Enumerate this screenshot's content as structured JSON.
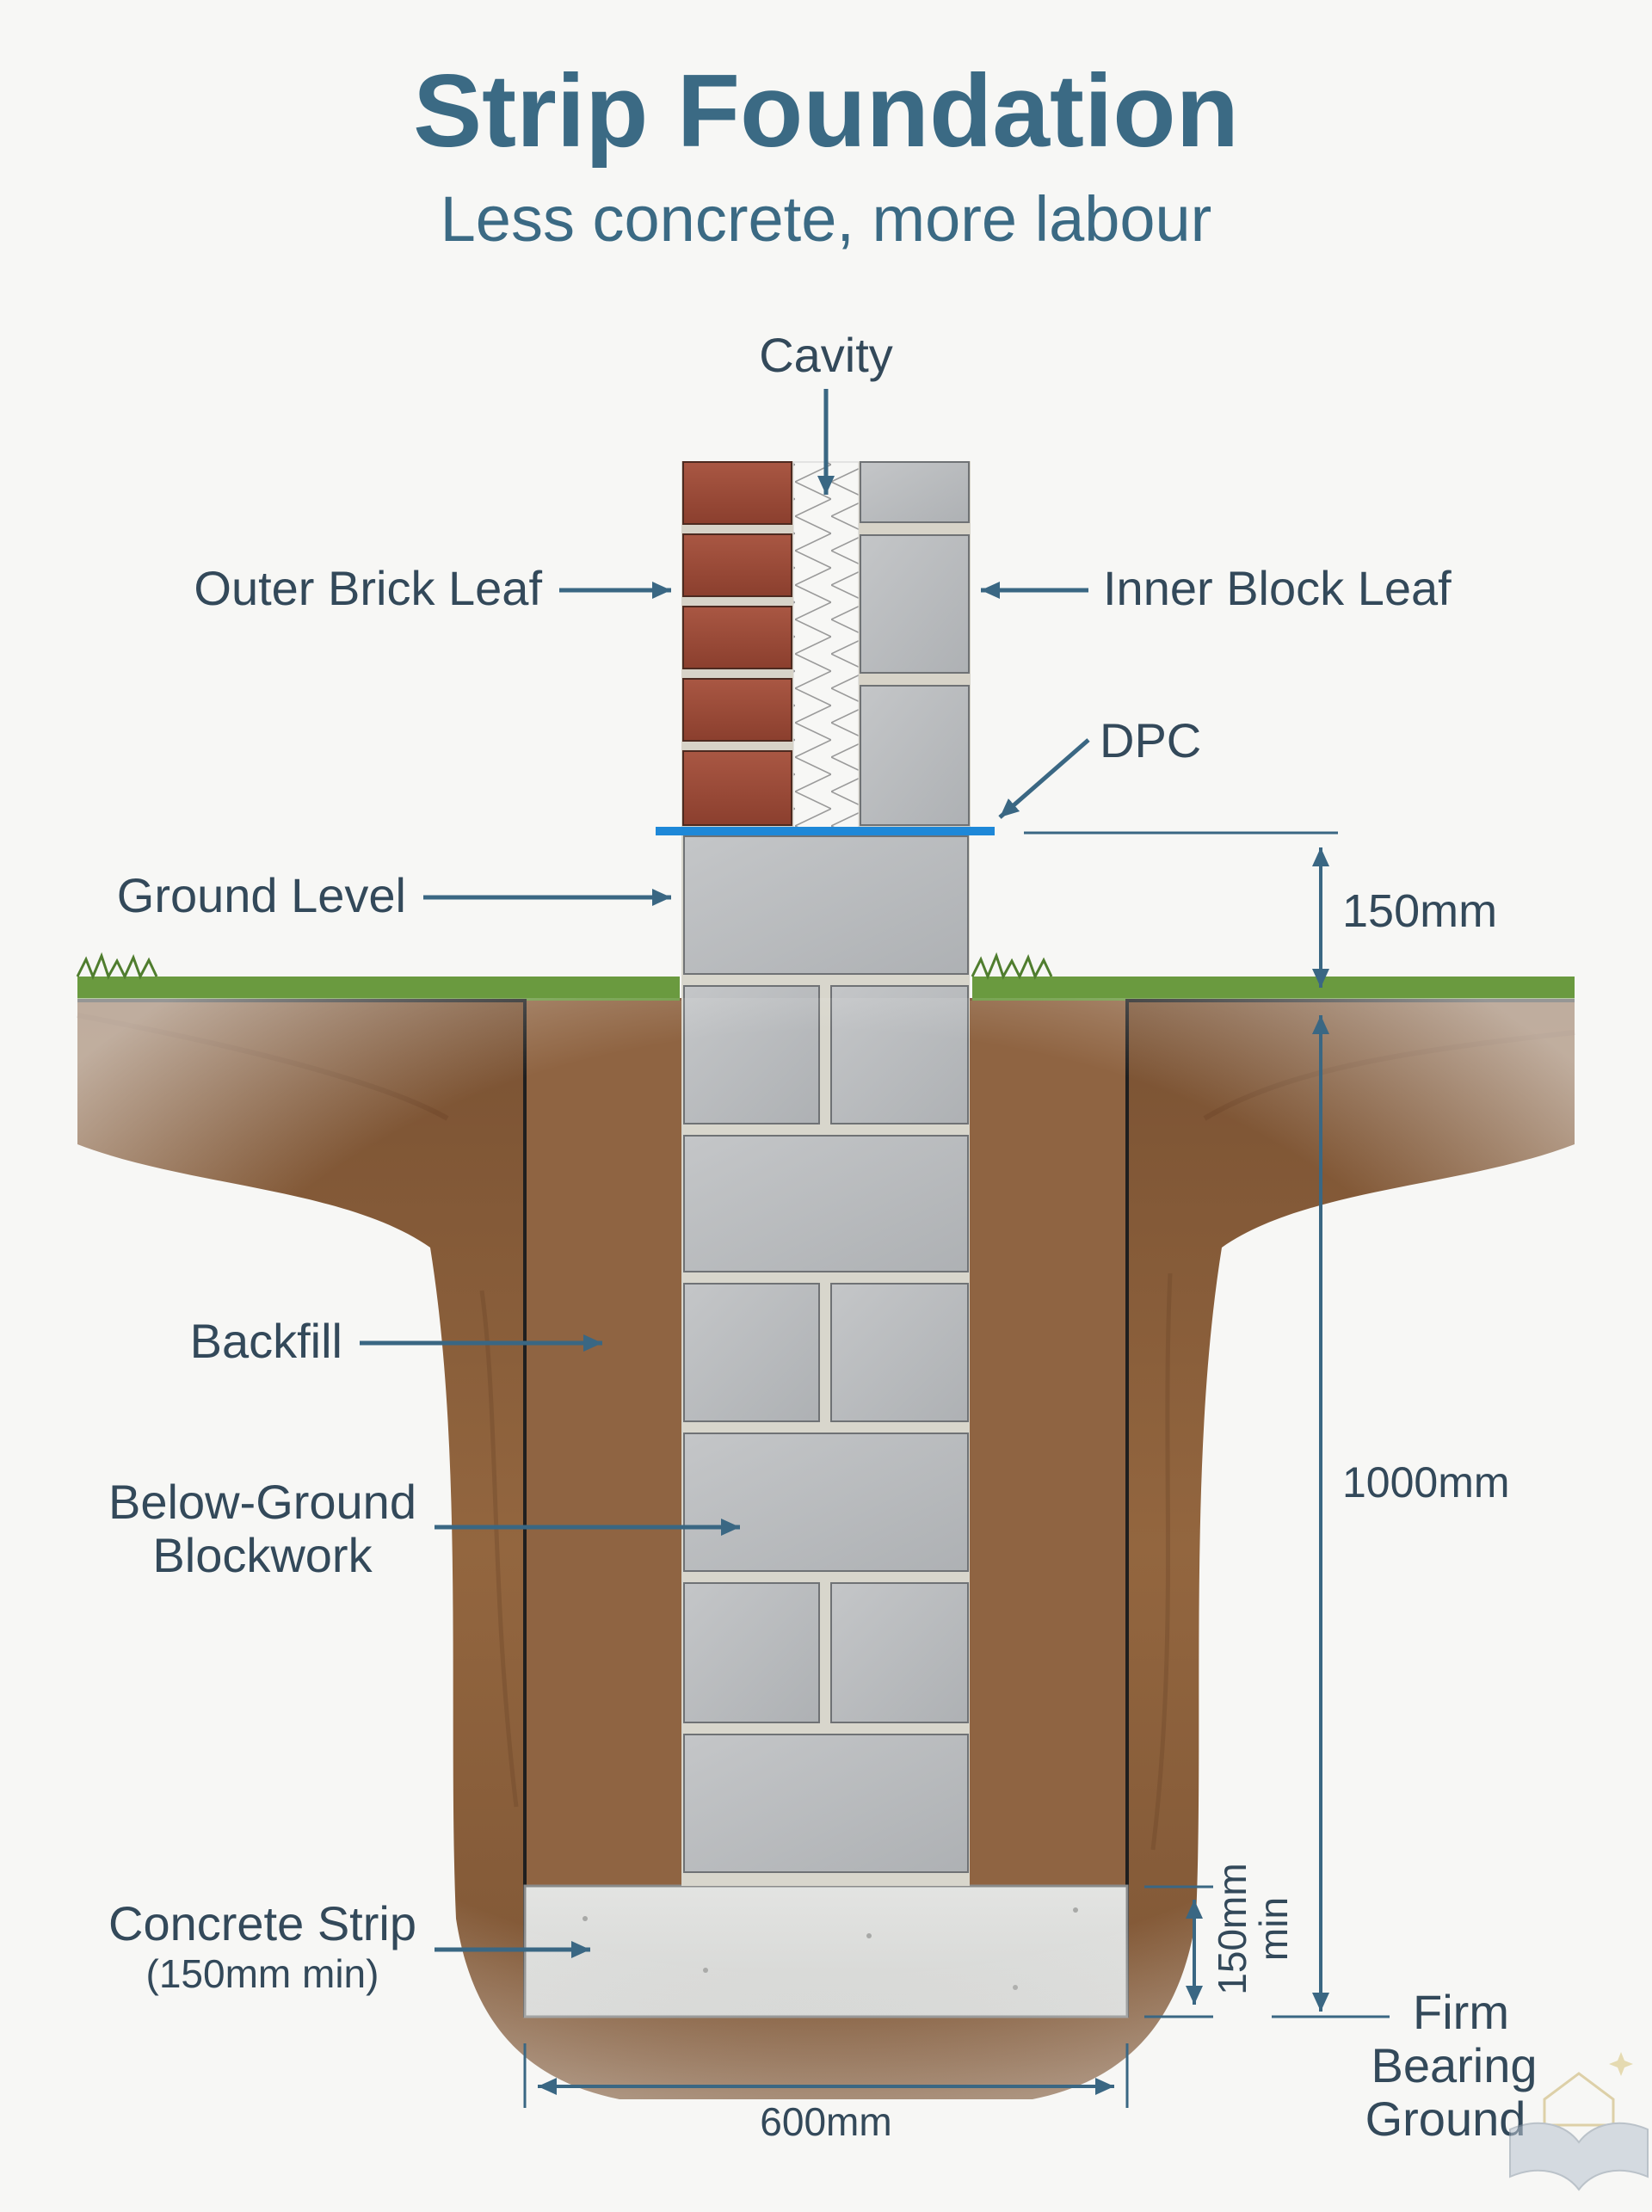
{
  "title": "Strip Foundation",
  "subtitle": "Less concrete, more labour",
  "labels": {
    "cavity": "Cavity",
    "outer_brick_leaf": "Outer Brick Leaf",
    "inner_block_leaf": "Inner Block Leaf",
    "dpc": "DPC",
    "ground_level": "Ground Level",
    "backfill": "Backfill",
    "below_ground_line1": "Below-Ground",
    "below_ground_line2": "Blockwork",
    "concrete_strip": "Concrete Strip",
    "concrete_strip_note": "(150mm min)",
    "firm_line1": "Firm",
    "firm_line2": "Bearing",
    "firm_line3": "Ground"
  },
  "dimensions": {
    "dpc_above_ground": "150mm",
    "depth": "1000mm",
    "strip_thickness_line1": "150mm",
    "strip_thickness_line2": "min",
    "strip_width": "600mm"
  },
  "colors": {
    "title": "#3b6a84",
    "label": "#33495a",
    "arrow": "#3a6783",
    "dpc": "#1e88d8",
    "brick": "#9c4a36",
    "block": "#b9bcbf",
    "soil": "#8a5f3e",
    "grass": "#5f8f3a",
    "concrete": "#dcdddb"
  }
}
